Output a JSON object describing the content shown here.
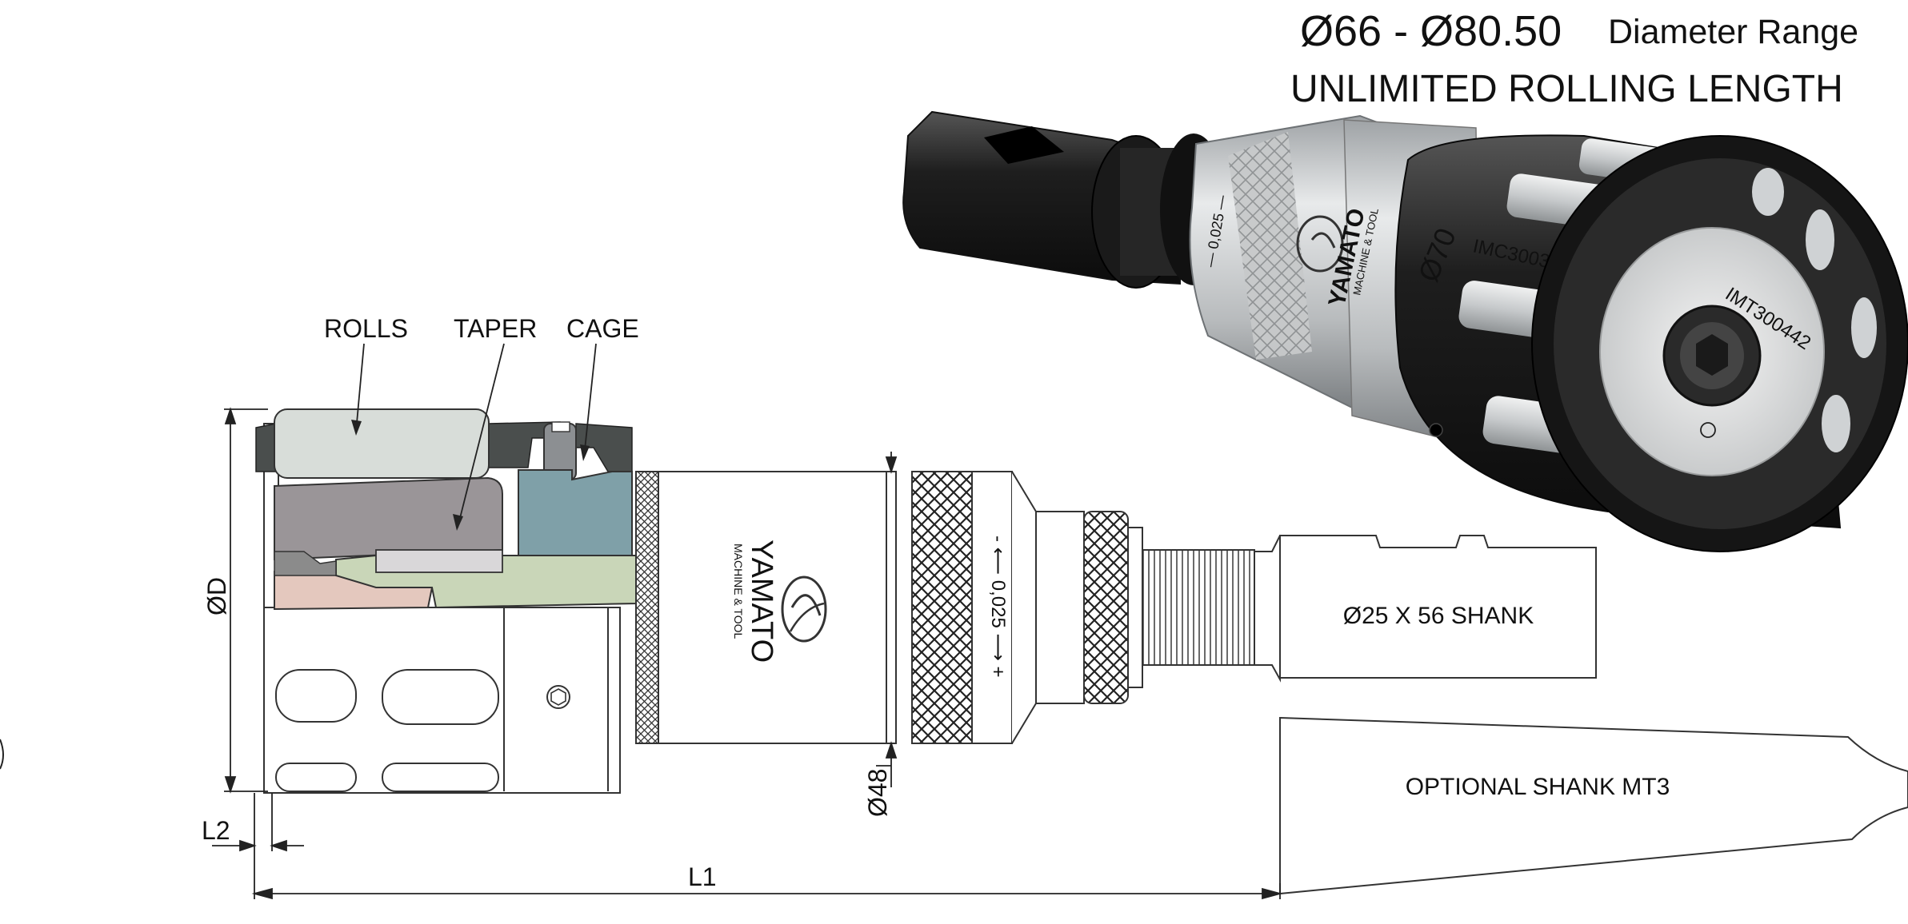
{
  "header": {
    "diameter_range_value": "Ø66 - Ø80.50",
    "diameter_range_label": "Diameter Range",
    "rolling_length": "UNLIMITED ROLLING LENGTH"
  },
  "callouts": {
    "rolls": "ROLLS",
    "taper": "TAPER",
    "cage": "CAGE"
  },
  "dimensions": {
    "od": "ØD",
    "o48": "Ø48",
    "l1": "L1",
    "l2": "L2"
  },
  "shank": {
    "standard": "Ø25 X 56 SHANK",
    "optional": "OPTIONAL SHANK MT3"
  },
  "tool_markings": {
    "brand": "YAMATO",
    "brand_sub": "MACHINE & TOOL",
    "adjust_scale": "- ⟵ 0,025 ⟶ +",
    "photo_scale": "— 0,025 —",
    "size_mark": "Ø70",
    "cage_code": "IMC300342",
    "taper_code": "IMT300442"
  },
  "colors": {
    "rolls": "#d8ddd9",
    "taper": "#9a9598",
    "cage": "#7fa0a8",
    "body_green": "#c9d6b8",
    "pink_ring": "#e4c8be",
    "dark_steel": "#4a4e4d",
    "photo_black": "#1c1c1c",
    "photo_silver": "#bfc2c4"
  }
}
